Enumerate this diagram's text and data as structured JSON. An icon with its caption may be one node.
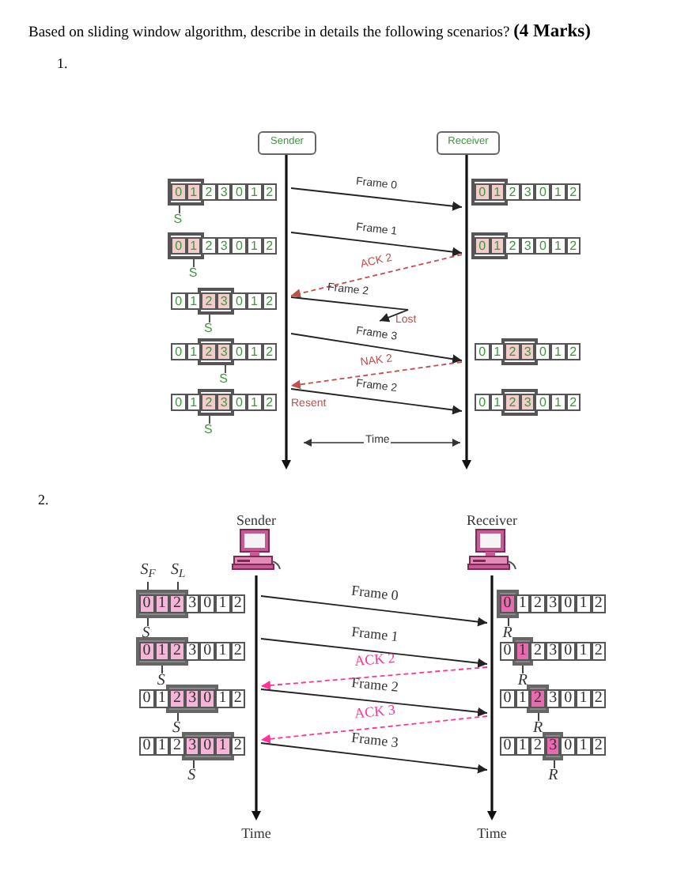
{
  "diagram": {
    "title": "Based on sliding window algorithm, describe in details the following scenarios? **(4 Marks)**",
    "nodes": [
      {
        "text": [
          "Sender"
        ]
      },
      {
        "text": [
          "Receiver"
        ]
      },
      {
        "text": [],
        "shape": "bar"
      },
      {
        "text": [],
        "shape": "bar"
      },
      {
        "text": [
          "0",
          "1",
          "2",
          "3",
          "0",
          "1",
          "2"
        ],
        "beside": [
          "S"
        ]
      },
      {
        "text": [
          "0",
          "1",
          "2",
          "3",
          "0",
          "1",
          "2"
        ],
        "beside": [
          "S"
        ]
      },
      {
        "text": [
          "0",
          "1",
          "2",
          "3",
          "0",
          "1",
          "2"
        ],
        "beside": [
          "S"
        ]
      },
      {
        "text": [
          "0",
          "1",
          "2",
          "3",
          "0",
          "1",
          "2"
        ],
        "beside": [
          "S"
        ]
      },
      {
        "text": [
          "0",
          "1",
          "2",
          "3",
          "0",
          "1",
          "2"
        ],
        "beside": [
          "S"
        ]
      },
      {
        "text": [
          "0",
          "1",
          "2",
          "3",
          "0",
          "1",
          "2"
        ]
      },
      {
        "text": [
          "0",
          "1",
          "2",
          "3",
          "0",
          "1",
          "2"
        ]
      },
      {
        "text": [
          "0",
          "1",
          "2",
          "3",
          "0",
          "1",
          "2"
        ]
      },
      {
        "text": [
          "0",
          "1",
          "2",
          "3",
          "0",
          "1",
          "2"
        ]
      },
      {
        "text": [
          "Sender"
        ]
      },
      {
        "text": [
          "Receiver"
        ]
      },
      {
        "text": [],
        "shape": "bar",
        "beside": [
          "Time"
        ]
      },
      {
        "text": [],
        "shape": "bar",
        "beside": [
          "Time"
        ]
      },
      {
        "text": [
          "0",
          "1",
          "2",
          "3",
          "0",
          "1",
          "2"
        ],
        "beside": [
          "S$_{F}$",
          "S$_{L}$",
          "S"
        ]
      },
      {
        "text": [
          "0",
          "1",
          "2",
          "3",
          "0",
          "1",
          "2"
        ],
        "beside": [
          "S"
        ]
      },
      {
        "text": [
          "0",
          "1",
          "2",
          "3",
          "0",
          "1",
          "2"
        ],
        "beside": [
          "S"
        ]
      },
      {
        "text": [
          "0",
          "1",
          "2",
          "3",
          "0",
          "1",
          "2"
        ],
        "beside": [
          "S"
        ]
      },
      {
        "text": [
          "0",
          "1",
          "2",
          "3",
          "0",
          "1",
          "2"
        ],
        "beside": [
          "R"
        ]
      },
      {
        "text": [
          "0",
          "1",
          "2",
          "3",
          "0",
          "1",
          "2"
        ],
        "beside": [
          "R"
        ]
      },
      {
        "text": [
          "0",
          "1",
          "2",
          "3",
          "0",
          "1",
          "2"
        ],
        "beside": [
          "R"
        ]
      },
      {
        "text": [
          "0",
          "1",
          "2",
          "3",
          "0",
          "1",
          "2"
        ],
        "beside": [
          "R"
        ]
      },
      {
        "text": [
          "Lost"
        ]
      }
    ],
    "edges": [
      {
        "from": 2,
        "to": 3,
        "arrow": "to",
        "label": "Frame 0"
      },
      {
        "from": 2,
        "to": 3,
        "arrow": "to",
        "label": "Frame 1"
      },
      {
        "from": 3,
        "to": 2,
        "arrow": "to",
        "label": "ACK 2",
        "style": "dashed",
        "color": "#c0504d"
      },
      {
        "from": 2,
        "to": 25,
        "arrow": "to",
        "label": "Frame 2"
      },
      {
        "from": 2,
        "to": 3,
        "arrow": "to",
        "label": "Frame 3"
      },
      {
        "from": 3,
        "to": 2,
        "arrow": "to",
        "label": "NAK 2",
        "style": "dashed",
        "color": "#c0504d"
      },
      {
        "from": 2,
        "to": 3,
        "arrow": "to",
        "label": "Frame 2"
      },
      {
        "from": 15,
        "to": 16,
        "arrow": "to",
        "label": "Frame 0"
      },
      {
        "from": 15,
        "to": 16,
        "arrow": "to",
        "label": "Frame 1"
      },
      {
        "from": 16,
        "to": 15,
        "arrow": "to",
        "label": "ACK 2",
        "style": "dashed",
        "color": "#ff3399"
      },
      {
        "from": 15,
        "to": 16,
        "arrow": "to",
        "label": "Frame 2"
      },
      {
        "from": 16,
        "to": 15,
        "arrow": "to",
        "label": "ACK 3",
        "style": "dashed",
        "color": "#ff3399"
      },
      {
        "from": 15,
        "to": 16,
        "arrow": "to",
        "label": "Frame 3"
      }
    ],
    "labels": [
      "1.",
      "Resent",
      "Time",
      "2."
    ]
  }
}
